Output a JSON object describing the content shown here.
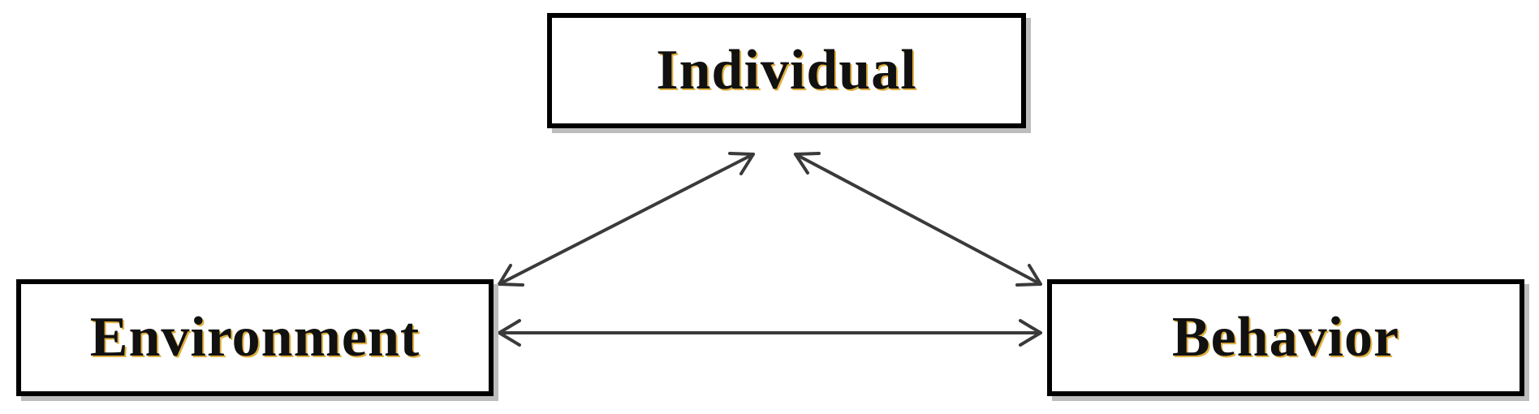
{
  "diagram": {
    "nodes": {
      "individual": {
        "label": "Individual"
      },
      "environment": {
        "label": "Environment"
      },
      "behavior": {
        "label": "Behavior"
      }
    },
    "edges": [
      {
        "from": "environment",
        "to": "individual",
        "direction": "both"
      },
      {
        "from": "individual",
        "to": "behavior",
        "direction": "both"
      },
      {
        "from": "environment",
        "to": "behavior",
        "direction": "both"
      }
    ],
    "colors": {
      "border": "#000000",
      "arrow": "#3a3a3a",
      "text": "#111111"
    }
  }
}
